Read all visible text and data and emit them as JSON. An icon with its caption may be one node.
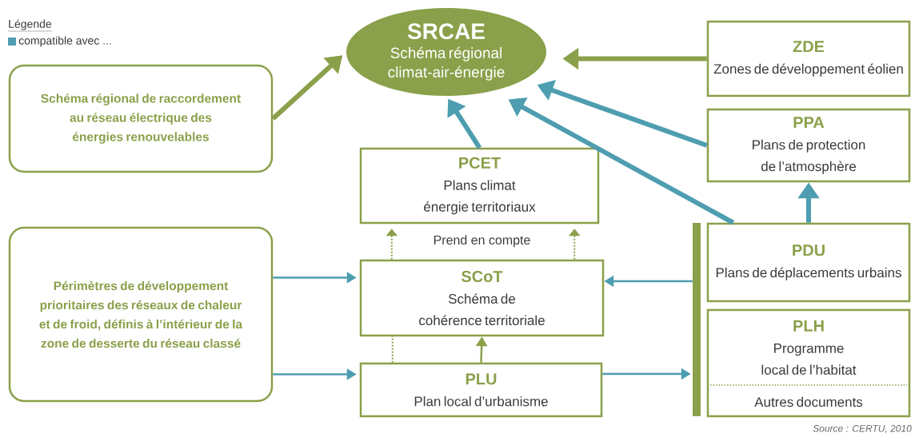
{
  "diagram": {
    "caption": "Source : CERTU, 2010",
    "nodes": [
      {
        "text": [
          "SRCAE",
          "Schéma régional climat-air-énergie"
        ]
      },
      {
        "text": [
          "Schéma régional de raccordement au réseau électrique des énergies renouvelables"
        ]
      },
      {
        "text": [
          "ZDE",
          "Zones de développement éolien"
        ]
      },
      {
        "text": [
          "PPA",
          "Plans de protection de l’atmosphère"
        ]
      },
      {
        "text": [
          "PCET",
          "Plans climat énergie territoriaux"
        ]
      },
      {
        "text": [
          "Périmètres de développement prioritaires des réseaux de chaleur et de froid, définis à l’intérieur de la zone de desserte du réseau classé"
        ]
      },
      {
        "text": [
          "SCoT",
          "Schéma de cohérence territoriale"
        ]
      },
      {
        "text": [
          "PDU",
          "Plans de déplacements urbains"
        ]
      },
      {
        "text": [
          "PLH",
          "Programme local de l’habitat",
          "Autres documents"
        ]
      },
      {
        "text": [
          "PLU",
          "Plan local d’urbanisme"
        ]
      },
      {
        "text": [],
        "shape": "bar"
      }
    ],
    "edges": [
      {
        "from": 1,
        "to": 0,
        "arrow": "to",
        "style": "thick",
        "color": "#8aa04a"
      },
      {
        "from": 2,
        "to": 0,
        "arrow": "to",
        "style": "thick",
        "color": "#8aa04a"
      },
      {
        "from": 3,
        "to": 0,
        "arrow": "to",
        "style": "thick"
      },
      {
        "from": 7,
        "to": 0,
        "arrow": "to",
        "style": "thick"
      },
      {
        "from": 4,
        "to": 0,
        "arrow": "to",
        "style": "thick"
      },
      {
        "from": 7,
        "to": 3,
        "arrow": "to",
        "style": "thick"
      },
      {
        "from": 6,
        "to": 4,
        "arrow": "to",
        "style": "dashed",
        "color": "#8aa04a",
        "label": "Prend en compte"
      },
      {
        "from": 6,
        "to": 4,
        "arrow": "to",
        "style": "dashed",
        "color": "#8aa04a"
      },
      {
        "from": 9,
        "to": 6,
        "arrow": "none",
        "style": "dashed",
        "color": "#8aa04a"
      },
      {
        "from": 9,
        "to": 6,
        "arrow": "to",
        "color": "#8aa04a"
      },
      {
        "from": 5,
        "to": 6,
        "arrow": "to"
      },
      {
        "from": 5,
        "to": 9,
        "arrow": "to"
      },
      {
        "from": 10,
        "to": 6,
        "arrow": "to"
      },
      {
        "from": 9,
        "to": 10,
        "arrow": "to"
      }
    ],
    "labels": [
      "Légende"
    ],
    "legend": [
      {
        "text": "compatible avec ...",
        "color": "#4e9db0"
      }
    ]
  }
}
